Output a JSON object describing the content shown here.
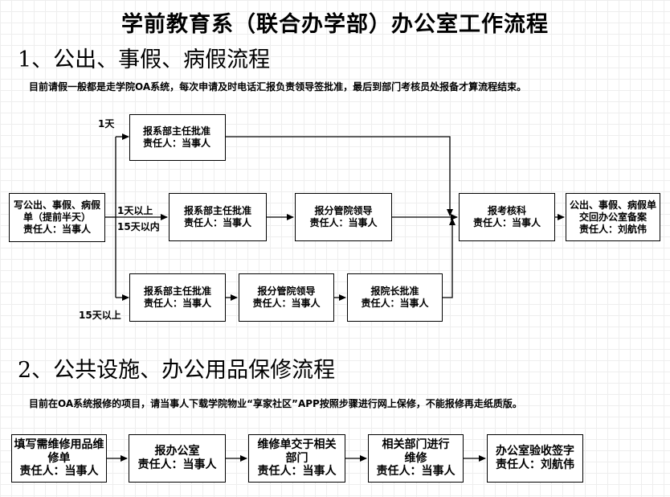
{
  "title": "学前教育系（联合办学部）办公室工作流程",
  "section1": {
    "heading": "1、公出、事假、病假流程",
    "note": "目前请假一般都是走学院OA系统，每次申请及时电话汇报负责领导签批准，最后到部门考核员处报备才算流程结束。",
    "start_box": [
      "写公出、事假、病假",
      "单（提前半天）",
      "责任人：当事人"
    ],
    "branch_labels": {
      "top": "1天",
      "middle_line1": "1天以上",
      "middle_line2": "15天以内",
      "bottom": "15天以上"
    },
    "top_row": [
      [
        "报系部主任批准",
        "责任人：当事人"
      ]
    ],
    "middle_row": [
      [
        "报系部主任批准",
        "责任人：当事人"
      ],
      [
        "报分管院领导",
        "责任人：当事人"
      ]
    ],
    "bottom_row": [
      [
        "报系部主任批准",
        "责任人：当事人"
      ],
      [
        "报分管院领导",
        "责任人：当事人"
      ],
      [
        "报院长批准",
        "责任人：当事人"
      ]
    ],
    "check_box": [
      "报考核科",
      "责任人：当事人"
    ],
    "end_box": [
      "公出、事假、病假单",
      "交回办公室备案",
      "责任人：刘航伟"
    ]
  },
  "section2": {
    "heading": "2、公共设施、办公用品保修流程",
    "note": "目前在OA系统报修的项目，请当事人下载学院物业“享家社区”APP按照步骤进行网上保修，不能报修再走纸质版。",
    "boxes": [
      [
        "填写需维修用品维",
        "修单",
        "责任人：当事人"
      ],
      [
        "报办公室",
        "责任人：当事人"
      ],
      [
        "维修单交于相关",
        "部门",
        "责任人：当事人"
      ],
      [
        "相关部门进行",
        "维修",
        "责任人：当事人"
      ],
      [
        "办公室验收签字",
        "责任人：刘航伟"
      ]
    ]
  }
}
